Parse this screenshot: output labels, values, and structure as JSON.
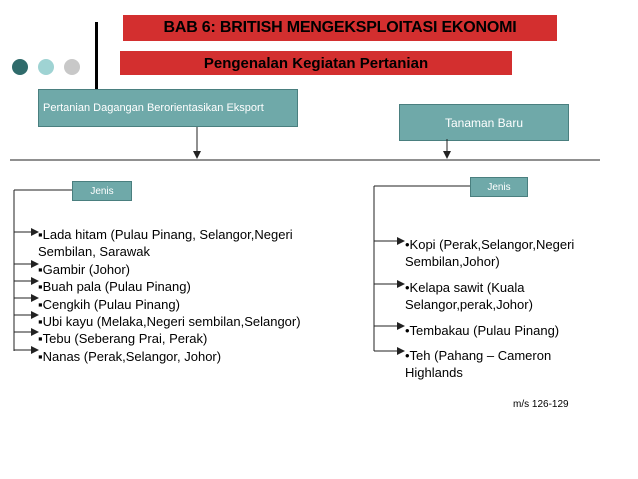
{
  "title": "BAB 6: BRITISH MENGEKSPLOITASI EKONOMI",
  "subtitle": "Pengenalan Kegiatan Pertanian",
  "colors": {
    "red_banner": "#d32f2f",
    "teal_box": "#6fa9a9",
    "dot_dark": "#2f6b6b",
    "dot_light": "#9fd3d3",
    "dot_grey": "#c8c8c8"
  },
  "left_branch": {
    "heading": "Pertanian Dagangan Berorientasikan Eksport",
    "jenis_label": "Jenis",
    "items": [
      "▪Lada hitam (Pulau Pinang, Selangor,Negeri",
      "Sembilan, Sarawak",
      "▪Gambir (Johor)",
      "▪Buah pala (Pulau Pinang)",
      "▪Cengkih (Pulau Pinang)",
      "▪Ubi kayu (Melaka,Negeri sembilan,Selangor)",
      "▪Tebu (Seberang Prai, Perak)",
      "▪Nanas (Perak,Selangor, Johor)"
    ]
  },
  "right_branch": {
    "heading": "Tanaman Baru",
    "jenis_label": "Jenis",
    "items": [
      "•Kopi (Perak,Selangor,Negeri Sembilan,Johor)",
      "•Kelapa sawit (Kuala Selangor,perak,Johor)",
      "•Tembakau (Pulau Pinang)",
      "•Teh (Pahang – Cameron Highlands"
    ]
  },
  "page_ref": "m/s 126-129"
}
